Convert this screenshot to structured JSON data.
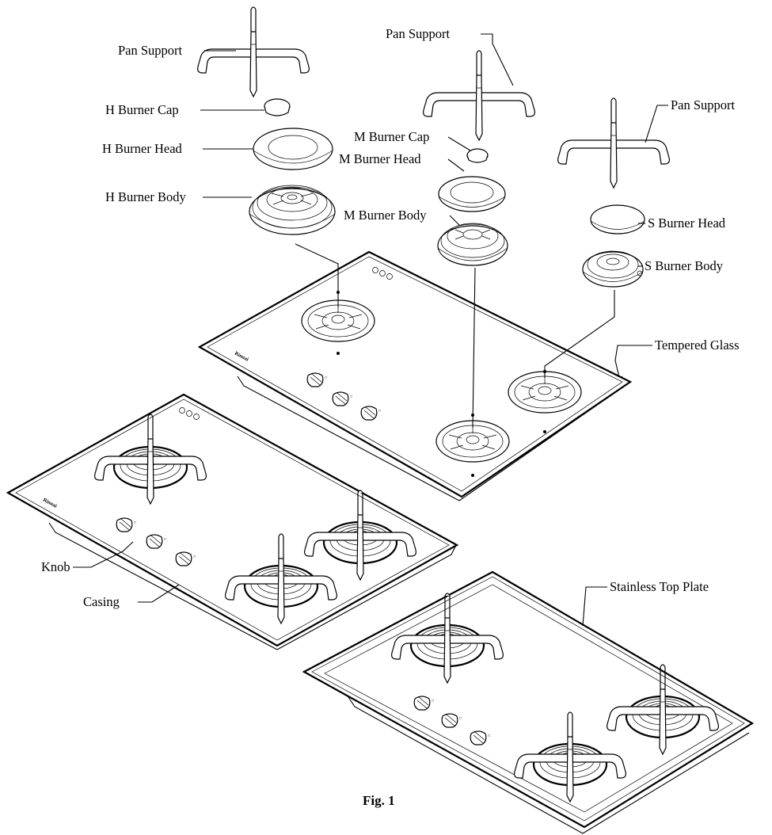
{
  "figure": {
    "caption": "Fig. 1",
    "brand_mark": "Rinnai",
    "labels": {
      "pan_support_h": "Pan Support",
      "pan_support_m": "Pan Support",
      "pan_support_s": "Pan Support",
      "h_burner_cap": "H Burner Cap",
      "h_burner_head": "H Burner Head",
      "h_burner_body": "H Burner Body",
      "m_burner_cap": "M Burner Cap",
      "m_burner_head": "M Burner Head",
      "m_burner_body": "M Burner Body",
      "s_burner_head": "S Burner Head",
      "s_burner_body": "S Burner Body",
      "tempered_glass": "Tempered Glass",
      "knob": "Knob",
      "casing": "Casing",
      "stainless_top_plate": "Stainless Top Plate"
    }
  }
}
